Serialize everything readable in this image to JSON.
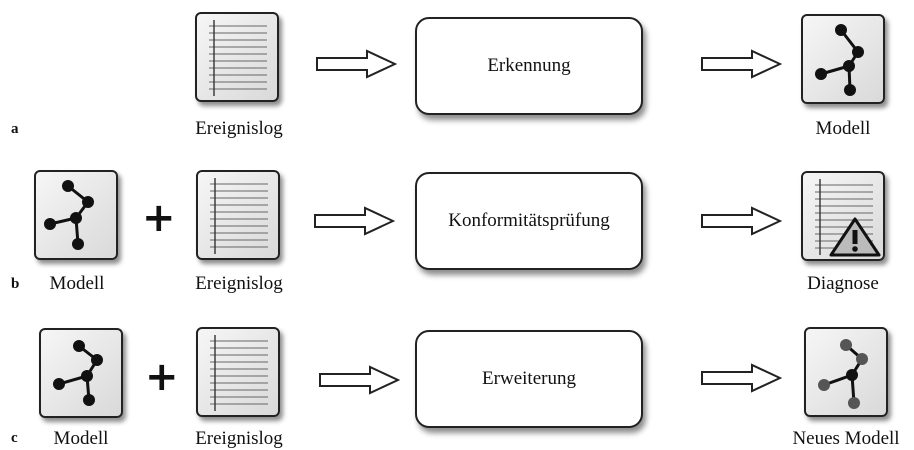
{
  "rows": [
    {
      "id": "a",
      "label": "a",
      "inputs": [
        {
          "kind": "log",
          "label": "Ereignislog"
        }
      ],
      "process": "Erkennung",
      "output": {
        "kind": "model",
        "label": "Modell"
      }
    },
    {
      "id": "b",
      "label": "b",
      "inputs": [
        {
          "kind": "model",
          "label": "Modell"
        },
        {
          "kind": "log",
          "label": "Ereignislog"
        }
      ],
      "plus": "+",
      "process": "Konformitätsprüfung",
      "output": {
        "kind": "diagnosis",
        "label": "Diagnose"
      }
    },
    {
      "id": "c",
      "label": "c",
      "inputs": [
        {
          "kind": "model",
          "label": "Modell"
        },
        {
          "kind": "log",
          "label": "Ereignislog"
        }
      ],
      "plus": "+",
      "process": "Erweiterung",
      "output": {
        "kind": "model",
        "label": "Neues Modell"
      }
    }
  ]
}
